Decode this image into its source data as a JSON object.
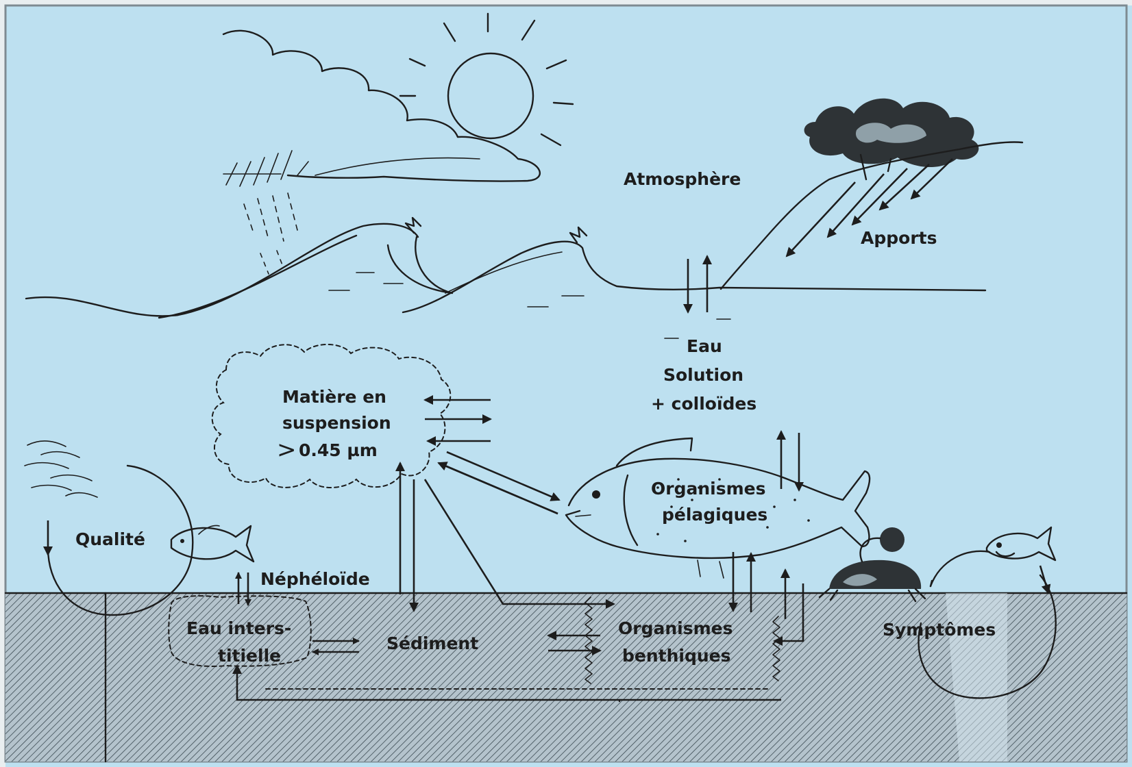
{
  "colors": {
    "background": "#bde0f0",
    "frame": "#7e8b92",
    "ink": "#1d1d1d",
    "sediment": "#aab8c2"
  },
  "labels": {
    "atmosphere": "Atmosphère",
    "apports": "Apports",
    "eau": "Eau",
    "solution": "Solution",
    "colloides": "+ colloïdes",
    "matiere_1": "Matière en",
    "matiere_2": "suspension",
    "matiere_3": "0.45 µm",
    "matiere_symbol": ">",
    "organismes_pelagiques_1": "Organismes",
    "organismes_pelagiques_2": "pélagiques",
    "qualite": "Qualité",
    "nepheloide": "Néphéloïde",
    "eau_interstitielle_1": "Eau inters-",
    "eau_interstitielle_2": "titielle",
    "sediment": "Sédiment",
    "organismes_benthiques_1": "Organismes",
    "organismes_benthiques_2": "benthiques",
    "symptomes": "Symptômes"
  },
  "icons": [
    "sun-icon",
    "cloud-icon",
    "rain-icon",
    "wave-icon",
    "tree-icon",
    "fish-icon",
    "small-fish-icon",
    "crab-icon",
    "fish-school-icon",
    "suspended-matter-cloud"
  ]
}
